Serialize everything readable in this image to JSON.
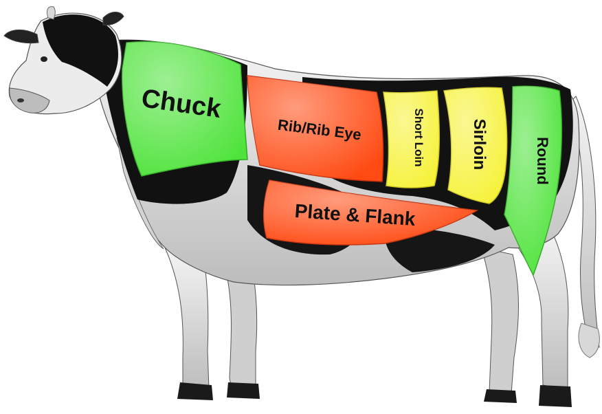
{
  "cuts": {
    "chuck": {
      "label": "Chuck",
      "color": "#4ee33a",
      "shade": "#2fa822"
    },
    "rib": {
      "label": "Rib/Rib Eye",
      "color": "#ff4a12",
      "shade": "#c8300a"
    },
    "short_loin": {
      "label": "Short Loin",
      "color": "#f6f23a",
      "shade": "#c9c21c"
    },
    "sirloin": {
      "label": "Sirloin",
      "color": "#f6f23a",
      "shade": "#c9c21c"
    },
    "round": {
      "label": "Round",
      "color": "#4ee33a",
      "shade": "#2fa822"
    },
    "plate_flank": {
      "label": "Plate & Flank",
      "color": "#ff4a12",
      "shade": "#c8300a"
    }
  },
  "cow": {
    "body_color": "#ededed",
    "patch_color": "#101010",
    "hoof_color": "#1a1a1a"
  }
}
